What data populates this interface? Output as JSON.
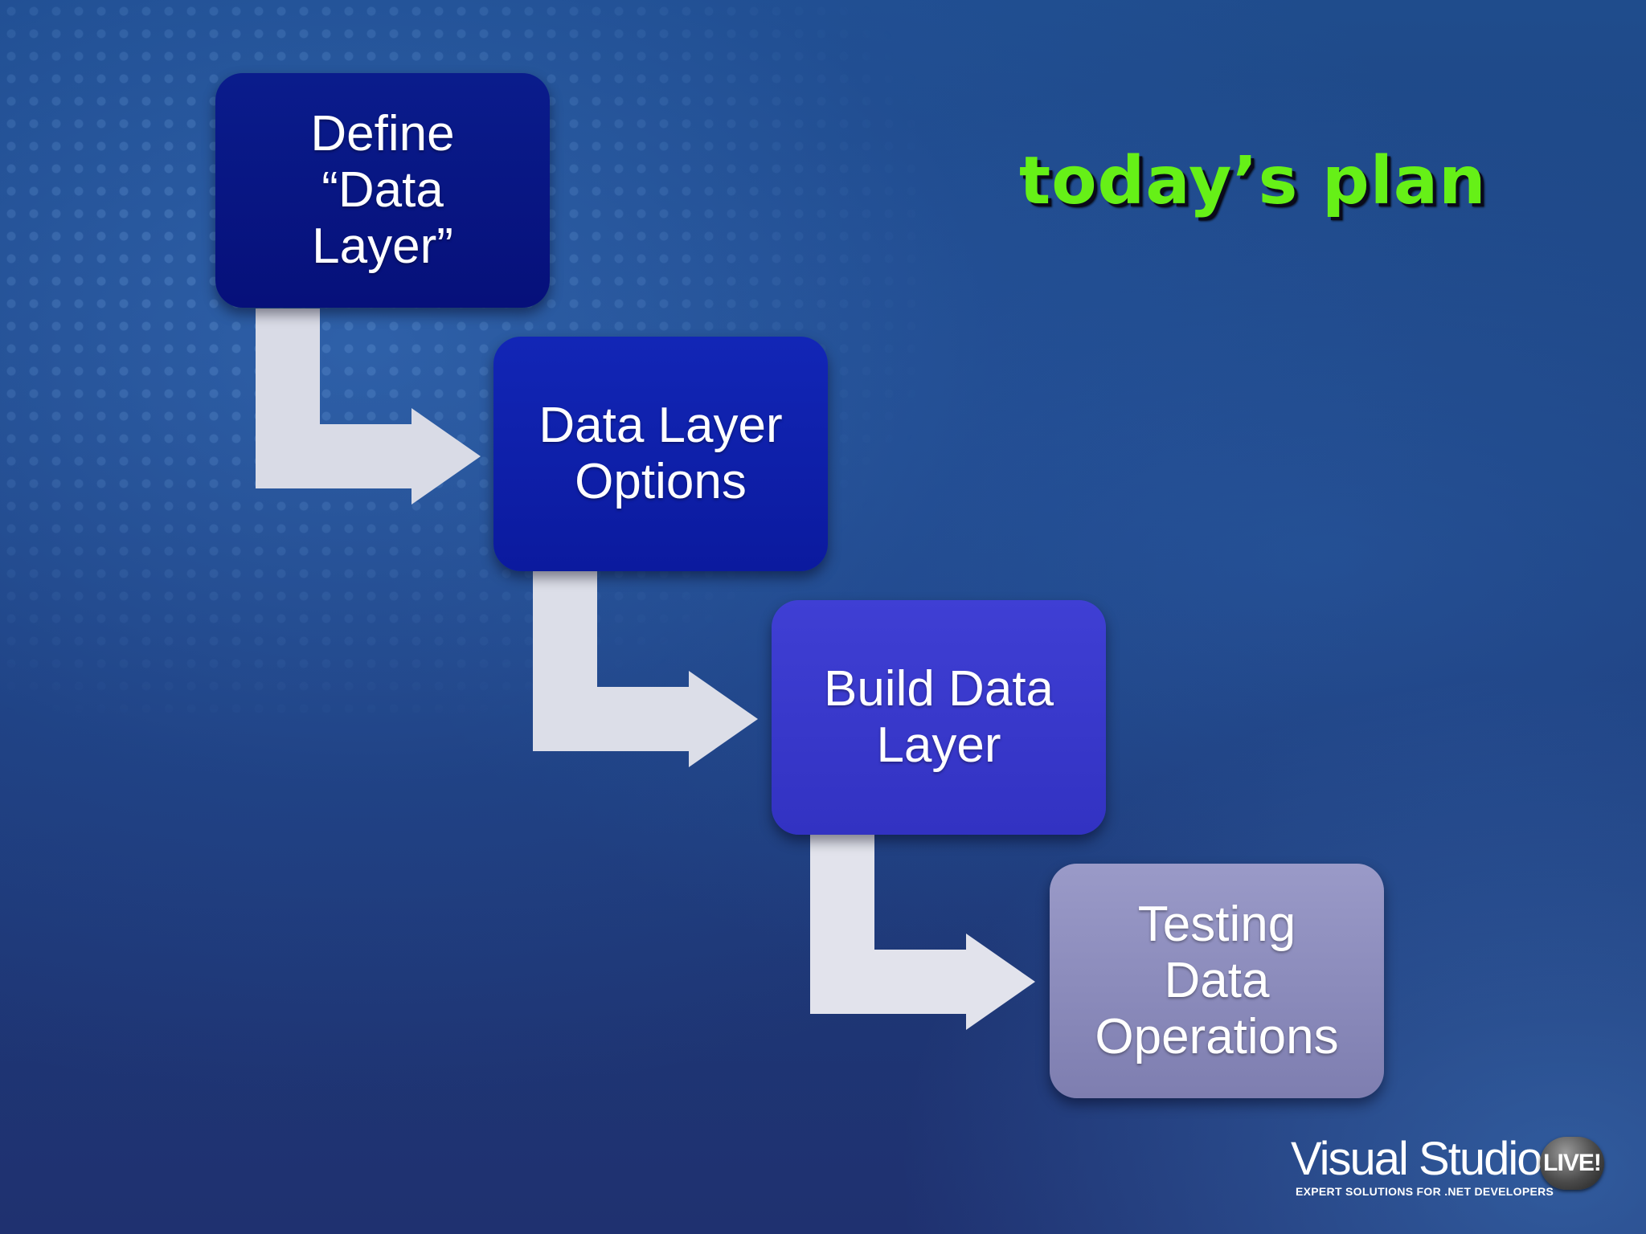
{
  "slide": {
    "title": "today’s plan",
    "steps": [
      {
        "label": "Define\n“Data\nLayer”",
        "color": "#08168a"
      },
      {
        "label": "Data Layer\nOptions",
        "color": "#0e20a8"
      },
      {
        "label": "Build Data\nLayer",
        "color": "#3a3acc"
      },
      {
        "label": "Testing\nData\nOperations",
        "color": "#8c8cbe"
      }
    ],
    "connector_color": "#d9dbe6",
    "accent_color": "#66f017"
  },
  "logo": {
    "name": "Visual Studio",
    "badge": "LIVE!",
    "tagline": "EXPERT SOLUTIONS FOR .NET DEVELOPERS"
  }
}
